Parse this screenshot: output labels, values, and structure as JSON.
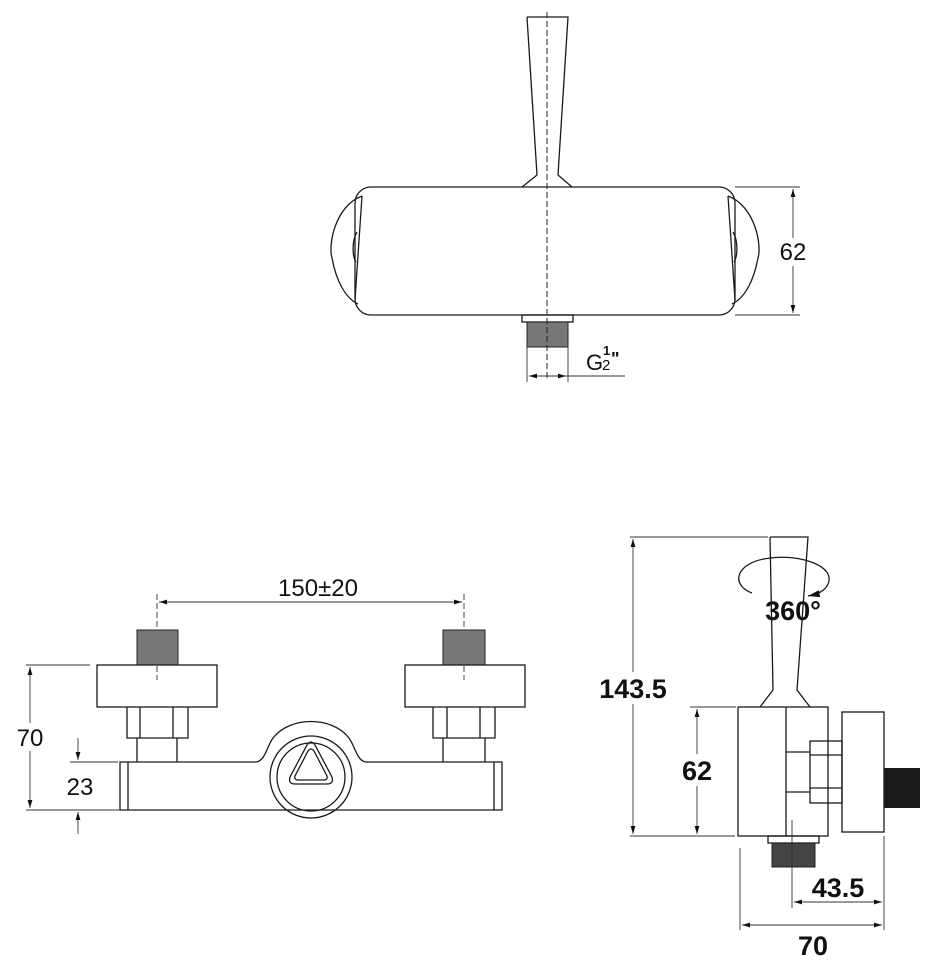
{
  "top_view": {
    "height_label": "62",
    "thread_label_letter": "G",
    "thread_label_num": "1",
    "thread_label_den": "2",
    "thread_label_inch": "\""
  },
  "front_view": {
    "spacing_label": "150±20",
    "height_label": "70",
    "bar_height_label": "23"
  },
  "side_view": {
    "total_height_label": "143.5",
    "rotation_label": "360°",
    "body_height_label": "62",
    "outlet_offset_label": "43.5",
    "depth_label": "70"
  }
}
